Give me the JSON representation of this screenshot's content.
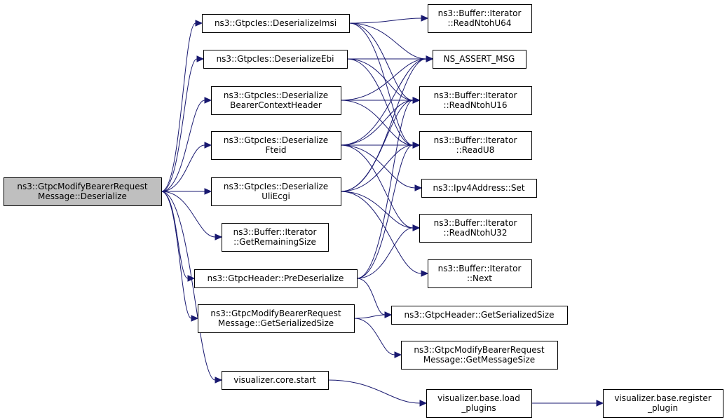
{
  "diagram": {
    "colors": {
      "edge": "#191970",
      "node_fill": "#ffffff",
      "root_fill": "#bfbfbf",
      "border": "#000000"
    },
    "nodes": [
      {
        "id": "root",
        "lines": [
          "ns3::GtpcModifyBearerRequest",
          "Message::Deserialize"
        ],
        "root": true
      },
      {
        "id": "imsi",
        "lines": [
          "ns3::GtpcIes::DeserializeImsi"
        ]
      },
      {
        "id": "ebi",
        "lines": [
          "ns3::GtpcIes::DeserializeEbi"
        ]
      },
      {
        "id": "bch",
        "lines": [
          "ns3::GtpcIes::Deserialize",
          "BearerContextHeader"
        ]
      },
      {
        "id": "fteid",
        "lines": [
          "ns3::GtpcIes::Deserialize",
          "Fteid"
        ]
      },
      {
        "id": "uli",
        "lines": [
          "ns3::GtpcIes::Deserialize",
          "UliEcgi"
        ]
      },
      {
        "id": "remaining",
        "lines": [
          "ns3::Buffer::Iterator",
          "::GetRemainingSize"
        ]
      },
      {
        "id": "predeser",
        "lines": [
          "ns3::GtpcHeader::PreDeserialize"
        ]
      },
      {
        "id": "msgsersize",
        "lines": [
          "ns3::GtpcModifyBearerRequest",
          "Message::GetSerializedSize"
        ]
      },
      {
        "id": "vstart",
        "lines": [
          "visualizer.core.start"
        ]
      },
      {
        "id": "u64",
        "lines": [
          "ns3::Buffer::Iterator",
          "::ReadNtohU64"
        ]
      },
      {
        "id": "assert",
        "lines": [
          "NS_ASSERT_MSG"
        ]
      },
      {
        "id": "u16",
        "lines": [
          "ns3::Buffer::Iterator",
          "::ReadNtohU16"
        ]
      },
      {
        "id": "u8",
        "lines": [
          "ns3::Buffer::Iterator",
          "::ReadU8"
        ]
      },
      {
        "id": "ipv4set",
        "lines": [
          "ns3::Ipv4Address::Set"
        ]
      },
      {
        "id": "u32",
        "lines": [
          "ns3::Buffer::Iterator",
          "::ReadNtohU32"
        ]
      },
      {
        "id": "next",
        "lines": [
          "ns3::Buffer::Iterator",
          "::Next"
        ]
      },
      {
        "id": "hdrsersize",
        "lines": [
          "ns3::GtpcHeader::GetSerializedSize"
        ]
      },
      {
        "id": "msgsize",
        "lines": [
          "ns3::GtpcModifyBearerRequest",
          "Message::GetMessageSize"
        ]
      },
      {
        "id": "loadplugins",
        "lines": [
          "visualizer.base.load",
          "_plugins"
        ]
      },
      {
        "id": "registerplugin",
        "lines": [
          "visualizer.base.register",
          "_plugin"
        ]
      }
    ],
    "edges": [
      [
        "root",
        "imsi"
      ],
      [
        "root",
        "ebi"
      ],
      [
        "root",
        "bch"
      ],
      [
        "root",
        "fteid"
      ],
      [
        "root",
        "uli"
      ],
      [
        "root",
        "remaining"
      ],
      [
        "root",
        "predeser"
      ],
      [
        "root",
        "msgsersize"
      ],
      [
        "root",
        "vstart"
      ],
      [
        "imsi",
        "u64"
      ],
      [
        "imsi",
        "assert"
      ],
      [
        "imsi",
        "u16"
      ],
      [
        "imsi",
        "u8"
      ],
      [
        "ebi",
        "assert"
      ],
      [
        "ebi",
        "u16"
      ],
      [
        "ebi",
        "u8"
      ],
      [
        "bch",
        "assert"
      ],
      [
        "bch",
        "u16"
      ],
      [
        "bch",
        "u8"
      ],
      [
        "fteid",
        "assert"
      ],
      [
        "fteid",
        "u16"
      ],
      [
        "fteid",
        "u8"
      ],
      [
        "fteid",
        "ipv4set"
      ],
      [
        "fteid",
        "u32"
      ],
      [
        "uli",
        "assert"
      ],
      [
        "uli",
        "u16"
      ],
      [
        "uli",
        "u8"
      ],
      [
        "uli",
        "u32"
      ],
      [
        "uli",
        "next"
      ],
      [
        "predeser",
        "u16"
      ],
      [
        "predeser",
        "u8"
      ],
      [
        "predeser",
        "u32"
      ],
      [
        "predeser",
        "hdrsersize"
      ],
      [
        "msgsersize",
        "hdrsersize"
      ],
      [
        "msgsersize",
        "msgsize"
      ],
      [
        "vstart",
        "loadplugins"
      ],
      [
        "loadplugins",
        "registerplugin"
      ]
    ]
  }
}
